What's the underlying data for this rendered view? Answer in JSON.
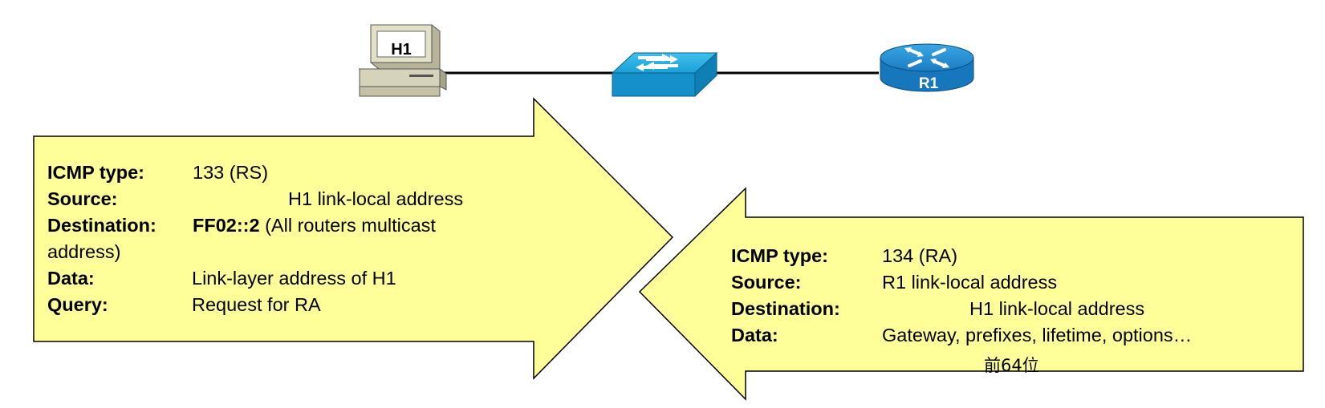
{
  "devices": {
    "host": {
      "label": "H1",
      "icon": "pc-icon"
    },
    "switch": {
      "icon": "switch-icon"
    },
    "router": {
      "label": "R1",
      "icon": "router-icon"
    }
  },
  "rs": {
    "rows": [
      {
        "key": "ICMP type:",
        "value": "133 (RS)"
      },
      {
        "key": "Source:",
        "value": "H1 link-local address"
      },
      {
        "key": "Destination:",
        "value_bold": "FF02::2",
        "value": " (All routers multicast",
        "value_cont": "address)"
      },
      {
        "key": "Data:",
        "value": "Link-layer address of H1"
      },
      {
        "key": "Query:",
        "value": "Request for RA"
      }
    ]
  },
  "ra": {
    "rows": [
      {
        "key": "ICMP type:",
        "value": "134 (RA)"
      },
      {
        "key": "Source:",
        "value": "R1 link-local address"
      },
      {
        "key": "Destination:",
        "value": "H1 link-local address"
      },
      {
        "key": "Data:",
        "value": "Gateway, prefixes, lifetime, options…"
      }
    ],
    "note": "前64位"
  },
  "colors": {
    "arrow_fill": "#ffff99",
    "switch_blue": "#1aa3dc",
    "router_blue": "#1d8fd0",
    "pc_beige": "#d4d0b4"
  }
}
